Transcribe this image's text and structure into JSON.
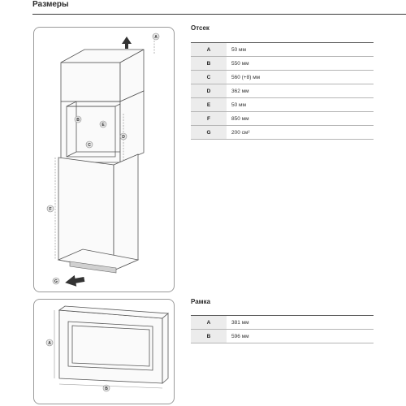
{
  "page_title": "Размеры",
  "compartment": {
    "label": "Отсек",
    "rows": [
      {
        "key": "A",
        "value": "50 мм"
      },
      {
        "key": "B",
        "value": "550 мм"
      },
      {
        "key": "C",
        "value": "560 (+8) мм"
      },
      {
        "key": "D",
        "value": "362 мм"
      },
      {
        "key": "E",
        "value": "50 мм"
      },
      {
        "key": "F",
        "value": "850 мм"
      },
      {
        "key": "G",
        "value": "200 см²"
      }
    ]
  },
  "frame": {
    "label": "Рамка",
    "rows": [
      {
        "key": "A",
        "value": "381 мм"
      },
      {
        "key": "B",
        "value": "596 мм"
      }
    ]
  },
  "diagram_markers": {
    "top": [
      "A",
      "B",
      "C",
      "D",
      "E",
      "F",
      "G"
    ],
    "bottom": [
      "A",
      "B"
    ]
  }
}
